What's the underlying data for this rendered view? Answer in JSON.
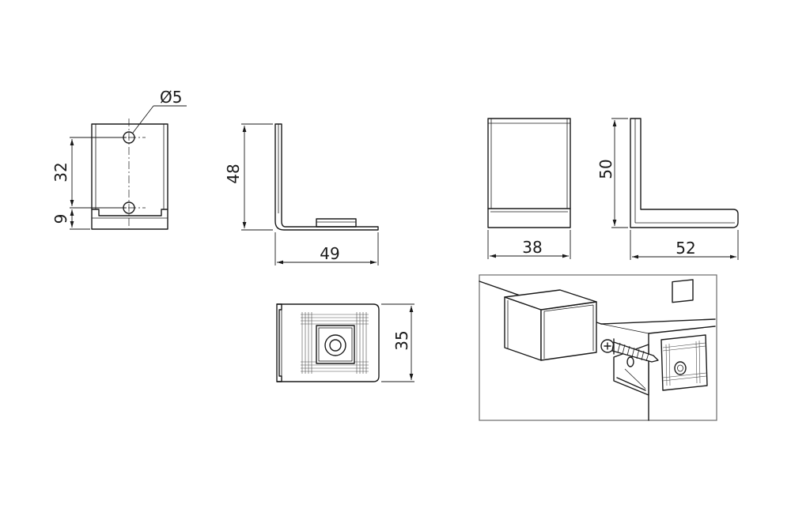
{
  "labels": {
    "hole_diameter": "Ø5",
    "hole_spacing": "32",
    "hole_offset": "9",
    "side_height": "48",
    "side_depth": "49",
    "top_width": "35",
    "cover_width": "38",
    "cover_height": "50",
    "cover_depth": "52"
  }
}
